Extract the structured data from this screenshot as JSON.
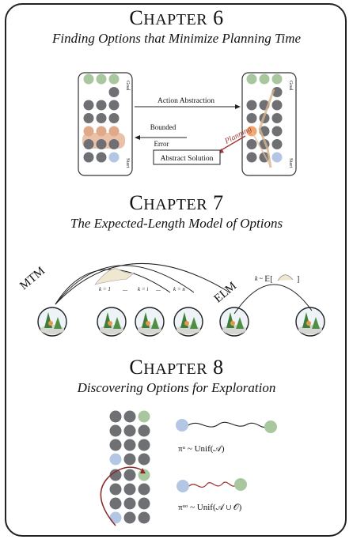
{
  "chapters": [
    {
      "num": "6",
      "label_big": "C",
      "label_small": "HAPTER",
      "subtitle": "Finding Options that Minimize Planning Time"
    },
    {
      "num": "7",
      "label_big": "C",
      "label_small": "HAPTER",
      "subtitle": "The Expected-Length Model of Options"
    },
    {
      "num": "8",
      "label_big": "C",
      "label_small": "HAPTER",
      "subtitle": "Discovering Options for Exploration"
    }
  ],
  "ch6": {
    "goal": "Goal",
    "start": "Start",
    "action_abstraction": "Action Abstraction",
    "bounded": "Bounded",
    "error": "Error",
    "planning": "Planning",
    "abstract_solution": "Abstract Solution"
  },
  "ch7": {
    "mtm": "MTM",
    "elm": "ELM",
    "k1": "k = 1",
    "ki": "k = i",
    "kn": "k = n",
    "dots": "...",
    "elm_k": "k ~",
    "elm_e": "𝔼["
  },
  "ch8": {
    "formula1": "πᵘ ~ Unif(𝒜)",
    "formula2": "πᵘᵒ ~ Unif(𝒜 ∪ 𝒪)"
  },
  "colors": {
    "node": "#6f7073",
    "goal": "#a9c79f",
    "start": "#b3c6e4",
    "highlight": "#e6b79a",
    "accent": "#a33a3a"
  }
}
